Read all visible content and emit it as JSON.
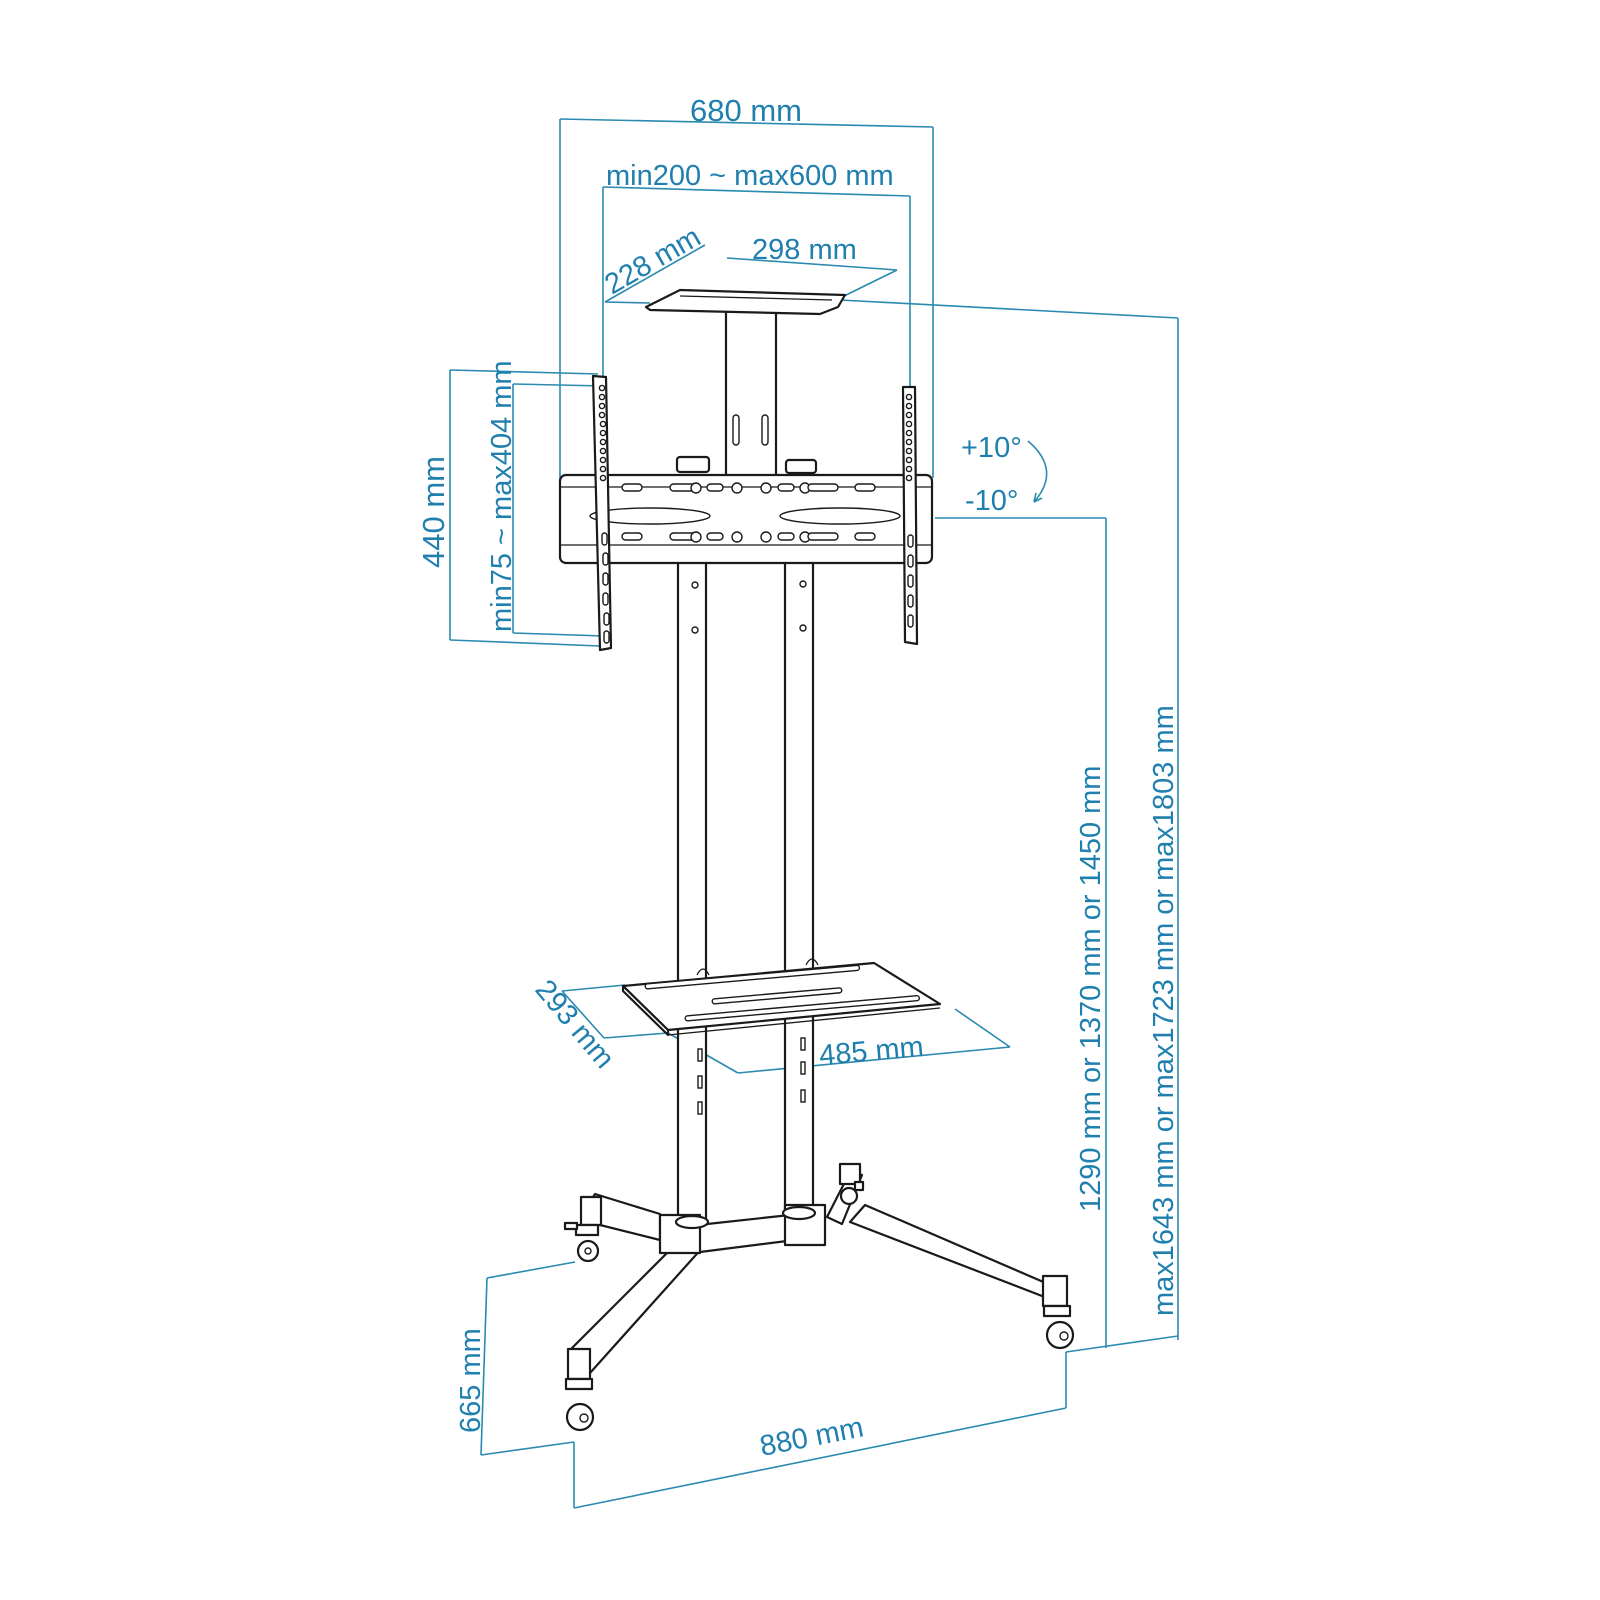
{
  "diagram": {
    "title": "Mobile TV cart stand dimensions",
    "accent_color": "#1f7fae",
    "line_color": "#1a1a1a",
    "dimensions": {
      "overall_width": "680 mm",
      "vesa_width": "min200 ~ max600 mm",
      "top_shelf_depth": "228 mm",
      "top_shelf_width": "298 mm",
      "bracket_height": "440 mm",
      "vesa_height": "min75 ~ max404 mm",
      "tilt_up": "+10°",
      "tilt_down": "-10°",
      "mount_height": "1290 mm or 1370 mm or 1450 mm",
      "overall_height": "max1643 mm or  max1723 mm or  max1803 mm",
      "middle_shelf_depth": "293 mm",
      "middle_shelf_width": "485 mm",
      "base_depth": "665 mm",
      "base_width": "880 mm"
    },
    "components": [
      "top-camera-shelf",
      "tv-mounting-bracket",
      "left-vertical-arm",
      "right-vertical-arm",
      "twin-column",
      "middle-av-shelf",
      "four-leg-base",
      "caster-wheels"
    ]
  }
}
